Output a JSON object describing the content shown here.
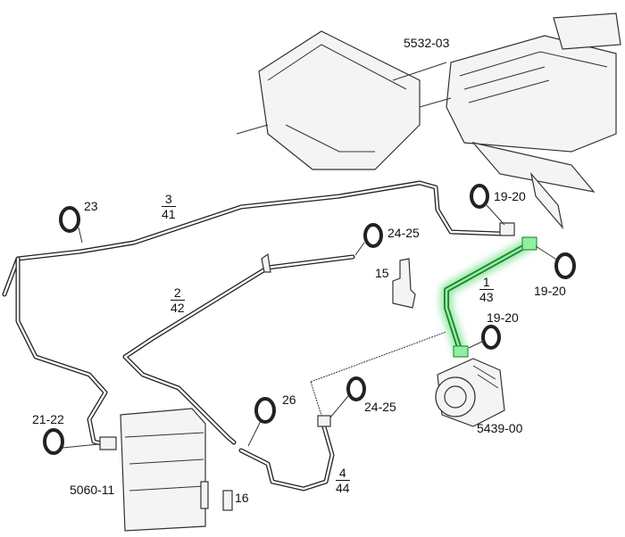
{
  "diagram": {
    "highlight_color": "#39d353",
    "labels": {
      "hvac_unit": "5532-03",
      "oring_23": "23",
      "oring_19_20_top": "19-20",
      "oring_24_25_top": "24-25",
      "bracket_15": "15",
      "oring_19_20_right": "19-20",
      "oring_19_20_lower": "19-20",
      "oring_26": "26",
      "oring_24_25_lower": "24-25",
      "oring_21_22": "21-22",
      "condenser": "5060-11",
      "part_16": "16",
      "compressor": "5439-00"
    },
    "pipes": [
      {
        "id": "pipe-1",
        "number": "1",
        "ref": "43",
        "highlighted": true
      },
      {
        "id": "pipe-2",
        "number": "2",
        "ref": "42",
        "highlighted": false
      },
      {
        "id": "pipe-3",
        "number": "3",
        "ref": "41",
        "highlighted": false
      },
      {
        "id": "pipe-4",
        "number": "4",
        "ref": "44",
        "highlighted": false
      }
    ]
  }
}
